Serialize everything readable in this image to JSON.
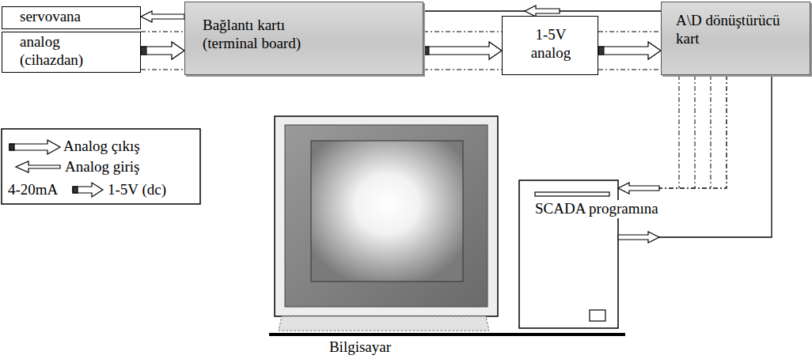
{
  "diagram": {
    "nodes": [
      {
        "text": [
          "servovana"
        ]
      },
      {
        "text": [
          "analog (cihazdan)"
        ]
      },
      {
        "text": [
          "Bağlantı kartı (terminal board)"
        ]
      },
      {
        "text": [
          "1-5V analog"
        ]
      },
      {
        "text": [
          "A\\D dönüştürücü kart"
        ]
      },
      {
        "text": [
          "Bilgisayar"
        ]
      }
    ],
    "edges": [
      {
        "from": 2,
        "to": 0,
        "arrow": "to"
      },
      {
        "from": 1,
        "to": 2,
        "arrow": "to"
      },
      {
        "from": 4,
        "to": 2,
        "arrow": "to"
      },
      {
        "from": 2,
        "to": 3,
        "arrow": "to"
      },
      {
        "from": 3,
        "to": 4,
        "arrow": "to"
      },
      {
        "from": 4,
        "to": 5,
        "arrow": "to"
      },
      {
        "from": 5,
        "to": 4,
        "arrow": "to"
      }
    ],
    "labels": [
      "4-20mA",
      "1-5V (dc)",
      "SCADA programına"
    ],
    "legend": [
      {
        "text": "Analog çıkış"
      },
      {
        "text": "Analog giriş"
      }
    ]
  }
}
